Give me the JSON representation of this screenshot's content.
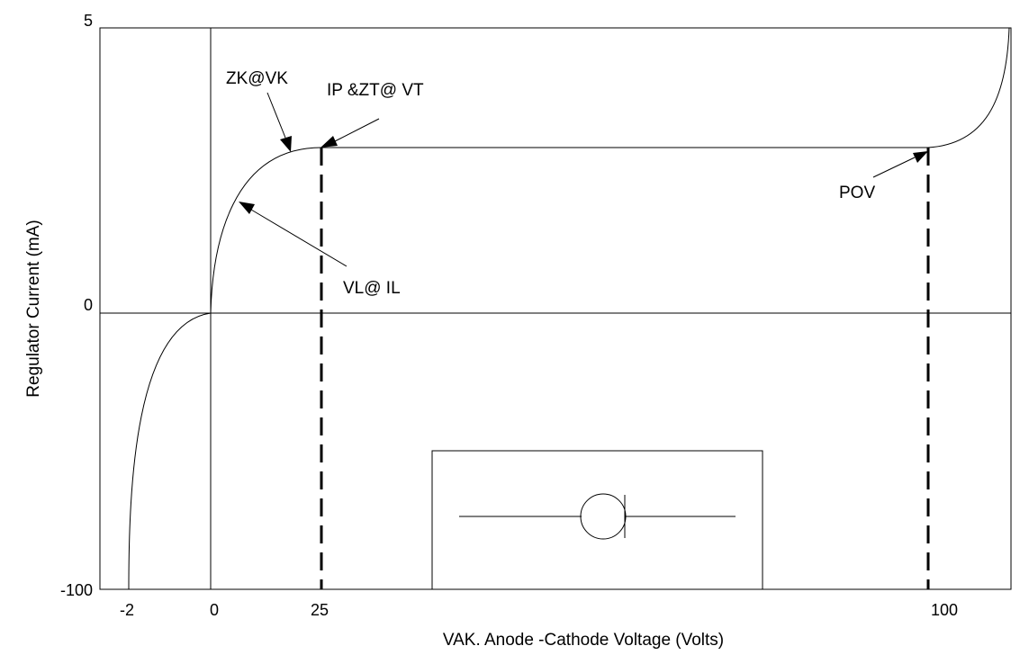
{
  "chart_data": {
    "type": "line",
    "title": "",
    "xlabel": "VAK. Anode -Cathode Voltage (Volts)",
    "ylabel": "Regulator Current (mA)",
    "x_ticks": [
      "-2",
      "0",
      "25",
      "100"
    ],
    "y_ticks": [
      "5",
      "0",
      "-100"
    ],
    "grid": false,
    "series": [
      {
        "name": "",
        "color": "#000000",
        "points": [
          {
            "x": "-2",
            "y": "-100"
          },
          {
            "x": "0",
            "y": "0"
          },
          {
            "x": "25",
            "y": "IP"
          },
          {
            "x": "100",
            "y": "IP"
          },
          {
            "x": "> 100",
            "y": "5"
          }
        ]
      }
    ],
    "markers": [
      {
        "x": "25",
        "style": "dashed"
      },
      {
        "x": "100",
        "style": "dashed"
      }
    ],
    "annotations": [
      {
        "text": "ZK@VK"
      },
      {
        "text": "IP &ZT@ VT"
      },
      {
        "text": "VL@ IL"
      },
      {
        "text": "POV"
      }
    ],
    "inset": {
      "icon": "current-regulator-diode-symbol-icon"
    }
  }
}
